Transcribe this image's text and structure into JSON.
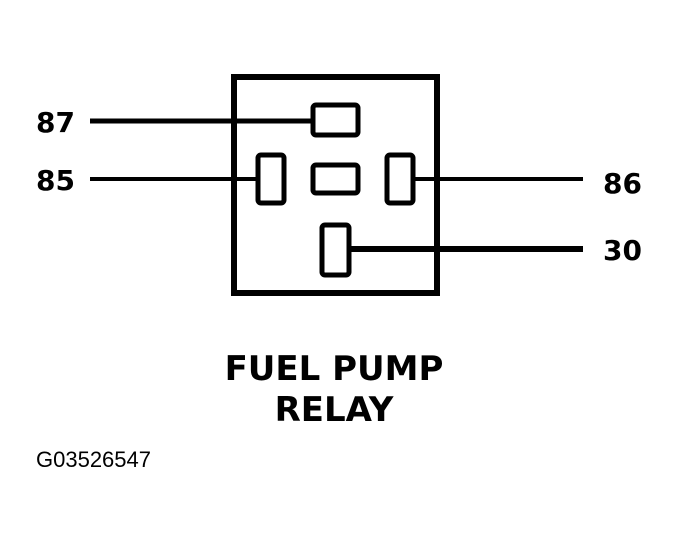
{
  "pins": {
    "p87": "87",
    "p85": "85",
    "p86": "86",
    "p30": "30"
  },
  "caption": {
    "line1": "FUEL PUMP",
    "line2": "RELAY"
  },
  "figure_id": "G03526547",
  "colors": {
    "ink": "#000000",
    "background": "#ffffff"
  }
}
